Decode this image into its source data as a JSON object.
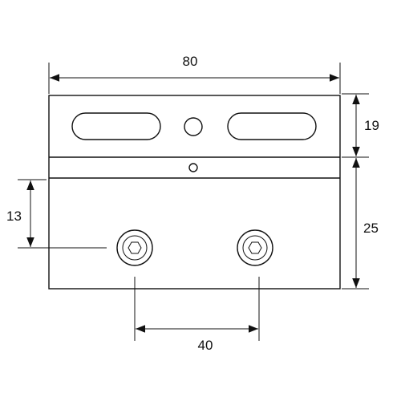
{
  "diagram": {
    "type": "technical-drawing",
    "colors": {
      "stroke": "#111111",
      "background": "#ffffff"
    },
    "dimensions": {
      "width_total": "80",
      "top_height": "19",
      "bottom_height": "25",
      "hole_offset": "13",
      "hole_spacing": "40"
    },
    "features": {
      "slots": 2,
      "center_hole_small": 1,
      "center_hole_tiny": 1,
      "hex_socket_screws": 2
    }
  }
}
